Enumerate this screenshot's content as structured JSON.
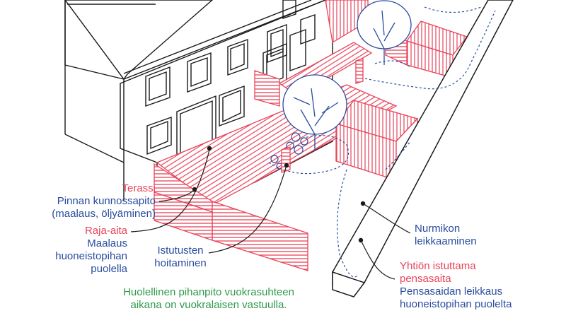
{
  "colors": {
    "red": "#e8435a",
    "blue": "#2a4c9e",
    "green": "#2e9a4a",
    "ink": "#1a1a1a"
  },
  "labels": {
    "terrace": {
      "title": "Terassi",
      "line1": "Pinnan kunnossapito",
      "line2": "(maalaus, öljyäminen)"
    },
    "fence": {
      "title": "Raja-aita",
      "line1": "Maalaus",
      "line2": "huoneistopihan",
      "line3": "puolella"
    },
    "plants": {
      "line1": "Istutusten",
      "line2": "hoitaminen"
    },
    "lawn": {
      "line1": "Nurmikon",
      "line2": "leikkaaminen"
    },
    "hedge": {
      "title1": "Yhtiön istuttama",
      "title2": "pensasaita",
      "line1": "Pensasaidan leikkaus",
      "line2": "huoneistopihan puolelta"
    },
    "note": {
      "line1": "Huolellinen pihanpito vuokrasuhteen",
      "line2": "aikana on vuokralaisen vastuulla."
    }
  }
}
